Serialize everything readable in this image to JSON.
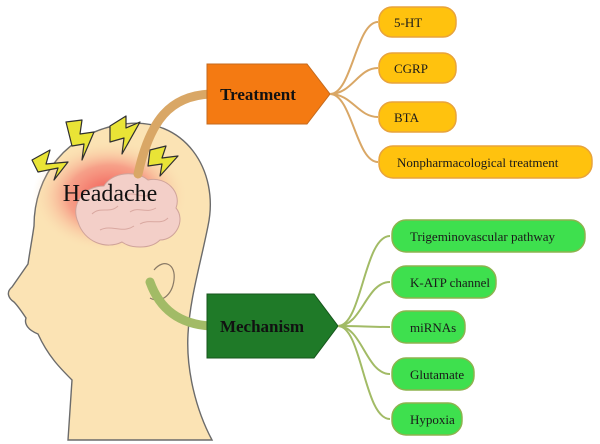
{
  "center": {
    "label": "Headache"
  },
  "treatment": {
    "label": "Treatment",
    "items": [
      "5-HT",
      "CGRP",
      "BTA",
      "Nonpharmacological treatment"
    ]
  },
  "mechanism": {
    "label": "Mechanism",
    "items": [
      "Trigeminovascular pathway",
      "K-ATP channel",
      "miRNAs",
      "Glutamate",
      "Hypoxia"
    ]
  },
  "colors": {
    "treatment_arrow": "#f47a12",
    "treatment_box": "#ffc20e",
    "treatment_stroke": "#e8a33c",
    "treatment_branch": "#d9a766",
    "mechanism_arrow": "#1f7a28",
    "mechanism_box": "#3ee04e",
    "mechanism_stroke": "#8db34e",
    "mechanism_branch": "#a2bb66",
    "head_skin": "#fbe3b4",
    "head_outline": "#6b6b6b",
    "brain_glow": "#f25a5a",
    "lightning": "#e9e436"
  },
  "icons": [
    "head-silhouette-icon",
    "brain-icon",
    "lightning-bolt-icon"
  ]
}
